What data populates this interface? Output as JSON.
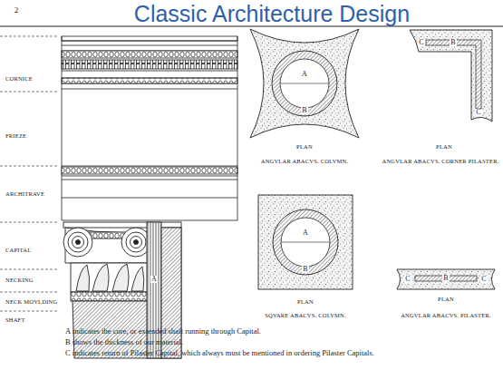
{
  "diagram": {
    "title": "Classic Architecture Design",
    "labels": [
      "2",
      "CORNICE",
      "FRIEZE",
      "ARCHITRAVE",
      "CAPITAL",
      "NECKING",
      "NECK MOVLDING",
      "SHAFT",
      "A",
      "PLAN",
      "A",
      "B",
      "ANGVLAR ABACVS. COLVMN.",
      "PLAN",
      "C",
      "B",
      "C",
      "ANGVLAR ABACVS. CORNER PILASTER.",
      "PLAN",
      "A",
      "B",
      "SQVARE ABACVS. COLVMN.",
      "PLAN",
      "C",
      "B",
      "C",
      "ANGVLAR ABACVS. PILASTER.",
      "A indicates the core, or extended shaft running through Capital.",
      "B shows the thickness of our material.",
      "C indicates return of Pilaster Capital, which always must be mentioned in ordering Pilaster Capitals."
    ]
  }
}
